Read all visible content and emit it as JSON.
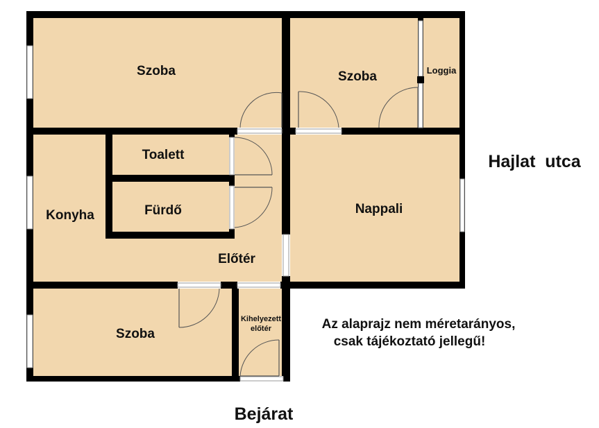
{
  "rooms": {
    "szoba_top_left": "Szoba",
    "szoba_top_right": "Szoba",
    "loggia": "Loggia",
    "toalett": "Toalett",
    "furdo": "Fürdő",
    "konyha": "Konyha",
    "nappali": "Nappali",
    "eloter": "Előtér",
    "szoba_bottom": "Szoba",
    "kihelyezett_line1": "Kihelyezett",
    "kihelyezett_line2": "előtér"
  },
  "street": "Hajlat  utca",
  "entrance": "Bejárat",
  "note": {
    "line1": "Az alaprajz nem méretarányos,",
    "line2": "csak tájékoztató jellegű!"
  },
  "colors": {
    "floor": "#f2d7ae",
    "wall": "#000000"
  }
}
